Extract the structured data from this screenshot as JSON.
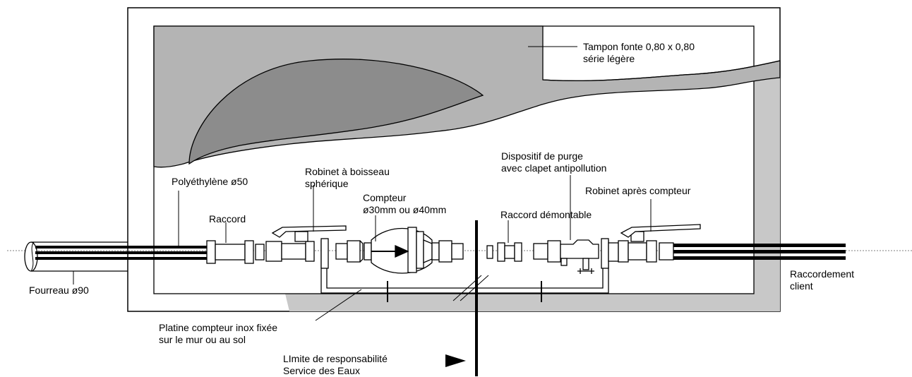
{
  "labels": {
    "tampon": {
      "line1": "Tampon fonte 0,80 x 0,80",
      "line2": "série légère"
    },
    "polyethylene": "Polyéthylène ø50",
    "robinet_boisseau": {
      "line1": "Robinet à boisseau",
      "line2": "sphérique"
    },
    "compteur": {
      "line1": "Compteur",
      "line2": "ø30mm ou ø40mm"
    },
    "raccord": "Raccord",
    "dispositif_purge": {
      "line1": "Dispositif de purge",
      "line2": "avec clapet antipollution"
    },
    "robinet_apres": "Robinet après compteur",
    "raccord_demontable": "Raccord démontable",
    "fourreau": "Fourreau ø90",
    "raccordement_client": {
      "line1": "Raccordement",
      "line2": "client"
    },
    "platine": {
      "line1": "Platine compteur inox fixée",
      "line2": "sur le mur ou au sol"
    },
    "limite": {
      "line1": "LImite de responsabilité",
      "line2": "Service des Eaux"
    }
  },
  "colors": {
    "outline": "#000000",
    "concrete": "#c8c8c8",
    "lid": "#b4b4b4",
    "lid_dark": "#8c8c8c"
  }
}
